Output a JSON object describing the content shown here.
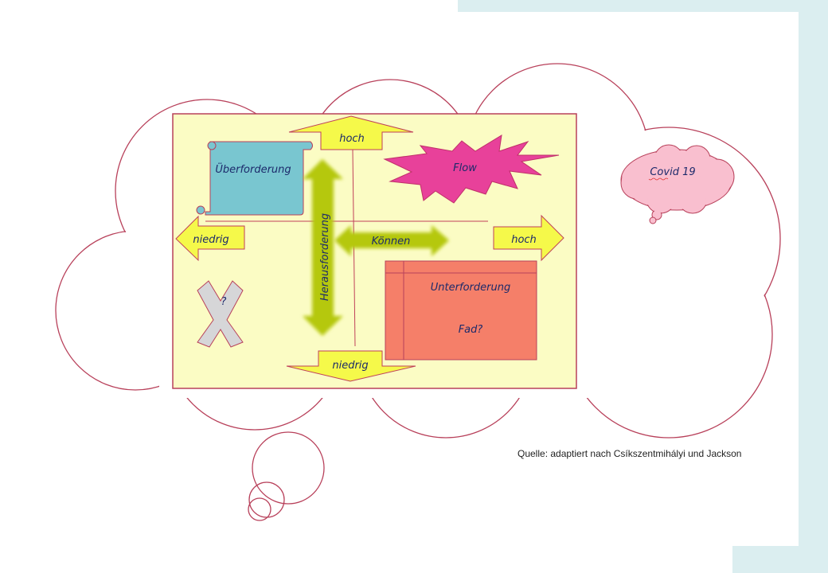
{
  "diagram": {
    "overload_label": "Überforderung",
    "flow_label": "Flow",
    "top_arrow_label": "hoch",
    "bottom_arrow_label": "niedrig",
    "left_arrow_label": "niedrig",
    "right_arrow_label": "hoch",
    "challenge_axis_label": "Herausforderung",
    "skill_axis_label": "Können",
    "underload_label": "Unterforderung",
    "boredom_label": "Fad?",
    "x_question": "?",
    "covid_label": "Covid 19",
    "source_text": "Quelle: adaptiert nach Csíkszentmihályi und Jackson"
  },
  "colors": {
    "background": "#fbfcc4",
    "outline": "#b8405a",
    "arrow_yellow": "#f5f94a",
    "green_arrow": "#b5c80a",
    "overload": "#79c6d0",
    "flow": "#e8419a",
    "underload": "#f57f69",
    "covid": "#f9bfcf"
  }
}
